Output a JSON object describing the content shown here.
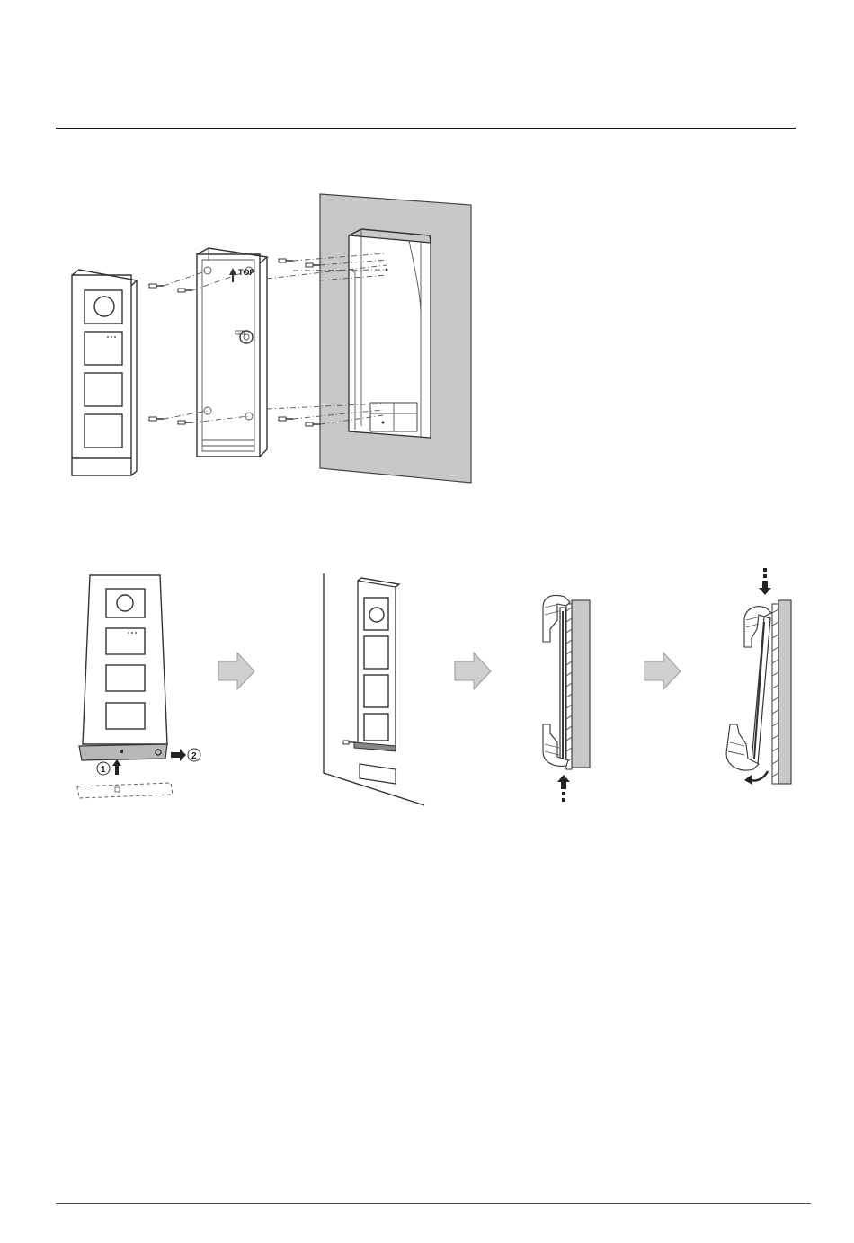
{
  "figure_top": {
    "box_label": "TOP"
  },
  "figure_bottom": {
    "step_marks": [
      "1",
      "2"
    ]
  },
  "colors": {
    "wall": "#c8c8c8",
    "arrow": "#cfcfcf",
    "line": "#333333"
  }
}
